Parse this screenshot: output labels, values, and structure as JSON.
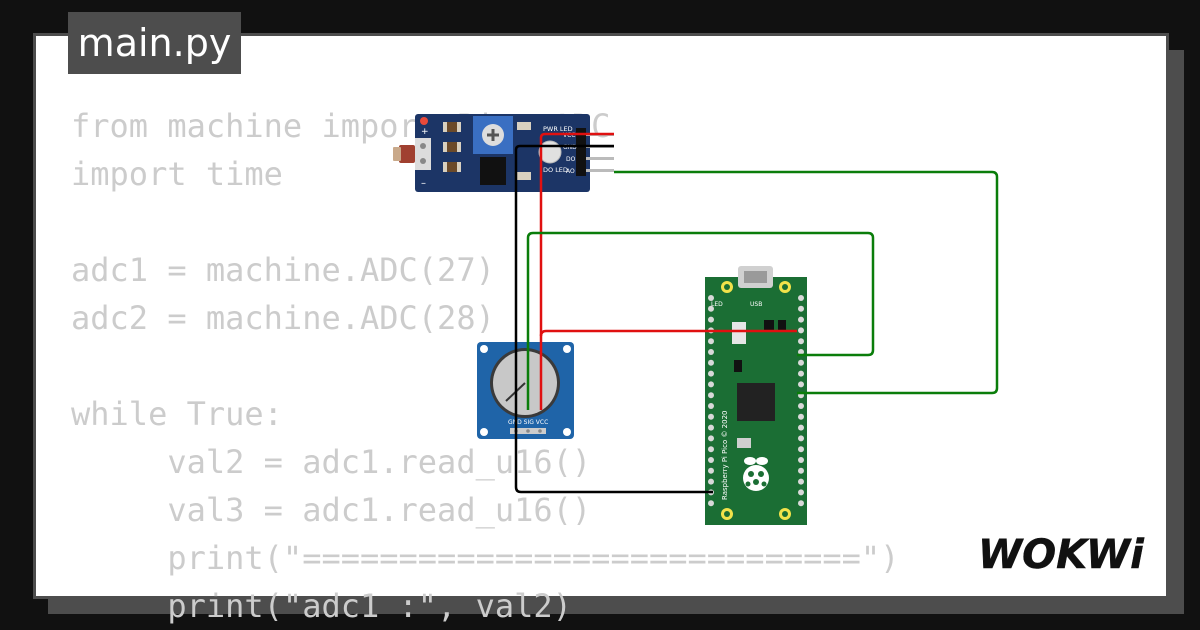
{
  "tab": {
    "filename": "main.py"
  },
  "code": {
    "lines": [
      "from machine import Pin, ADC",
      "import time",
      "",
      "adc1 = machine.ADC(27)",
      "adc2 = machine.ADC(28)",
      "",
      "while True:",
      "     val2 = adc1.read_u16()",
      "     val3 = adc1.read_u16()",
      "     print(\"=============================\")",
      "     print(\"adc1 :\", val2)"
    ]
  },
  "ldr_module": {
    "pin_labels": [
      "VCC",
      "GND",
      "DO",
      "AO"
    ],
    "led_labels": [
      "PWR LED",
      "DO LED"
    ]
  },
  "pico": {
    "usb_label": "USB",
    "led_label": "LED",
    "vertical_text": "Raspberry Pi Pico © 2020"
  },
  "potentiometer": {
    "pin_labels": "GND SIG VCC"
  },
  "brand": {
    "logo": "WOKWi"
  },
  "colors": {
    "background": "#111111",
    "frame": "#4d4d4d",
    "code_text": "#cccccc",
    "wire_red": "#e01010",
    "wire_black": "#000000",
    "wire_green": "#0a7d0a",
    "pico_board": "#1b6e34",
    "module_board": "#1c3566",
    "pot_board": "#1f64a8"
  }
}
